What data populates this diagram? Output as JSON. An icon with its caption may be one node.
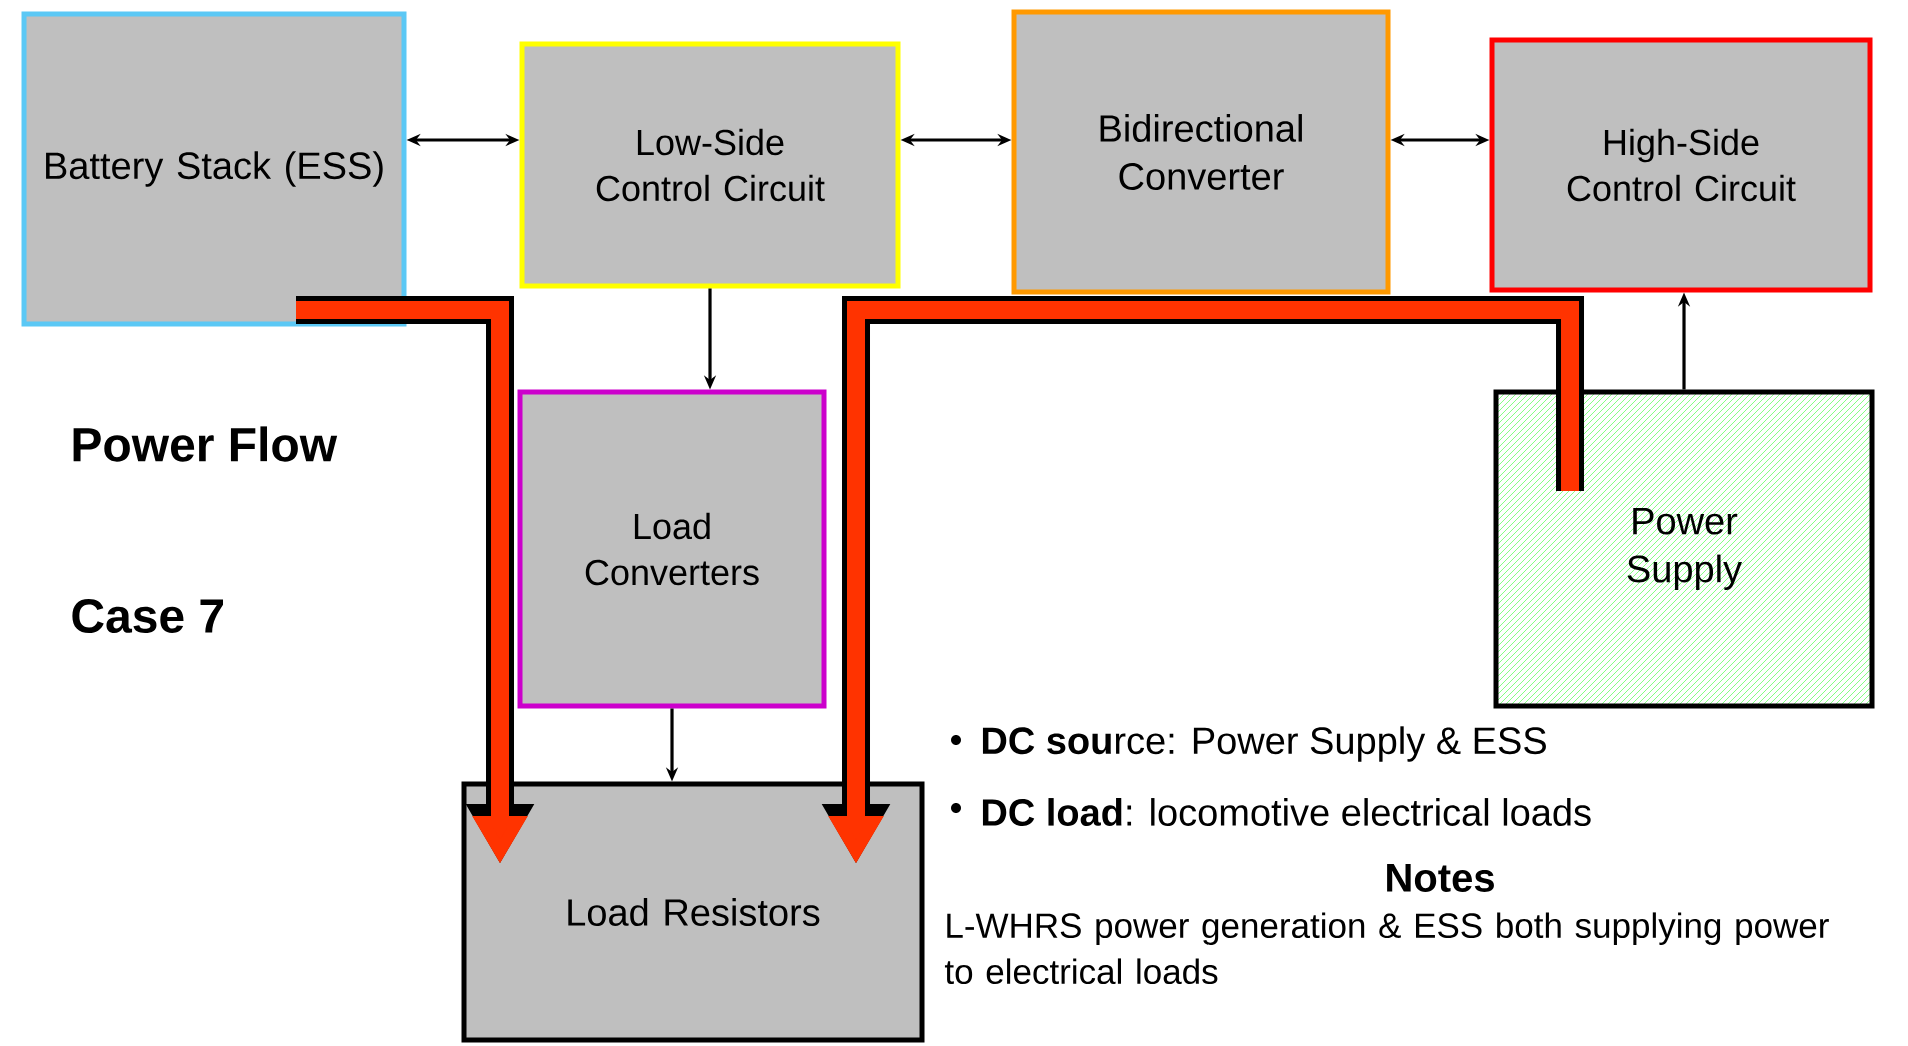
{
  "diagram": {
    "nodes": [
      {
        "text": [
          "Battery Stack (ESS)"
        ]
      },
      {
        "text": [
          "Low-Side Control Circuit"
        ]
      },
      {
        "text": [
          "Bidirectional Converter"
        ]
      },
      {
        "text": [
          "High-Side Control Circuit"
        ]
      },
      {
        "text": [
          "Load Converters"
        ]
      },
      {
        "text": [
          "Power Supply"
        ]
      },
      {
        "text": [
          "Load Resistors"
        ]
      }
    ],
    "edges": [
      {
        "from": 0,
        "to": 1,
        "arrow": "both"
      },
      {
        "from": 1,
        "to": 2,
        "arrow": "both"
      },
      {
        "from": 2,
        "to": 3,
        "arrow": "both"
      },
      {
        "from": 1,
        "to": 4,
        "arrow": "to"
      },
      {
        "from": 4,
        "to": 6,
        "arrow": "to"
      },
      {
        "from": 5,
        "to": 3,
        "arrow": "to"
      },
      {
        "from": 0,
        "to": 6,
        "arrow": "to",
        "style": "thick",
        "color": "#ff3300"
      },
      {
        "from": 5,
        "to": 6,
        "arrow": "to",
        "style": "thick",
        "color": "#ff3300"
      }
    ],
    "labels": [
      "Power Flow",
      "Case 7",
      "**DC sou**rce: Power Supply & ESS",
      "**DC load**: locomotive electrical loads",
      "Notes",
      "L-WHRS power generation & ESS both supplying power to electrical loads"
    ]
  }
}
